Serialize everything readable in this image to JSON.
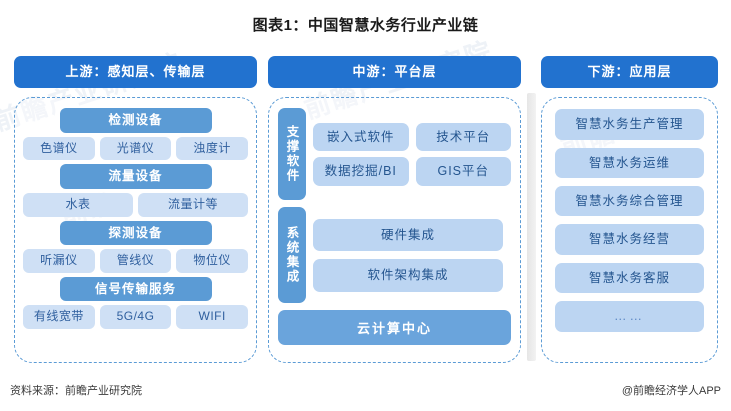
{
  "title": "图表1：中国智慧水务行业产业链",
  "colors": {
    "header_blue": "#2272cf",
    "box_dark": "#5b9bd5",
    "box_light": "#cfe0f5",
    "box_mid": "#bcd5f2",
    "dashed_border": "#5b9bd5"
  },
  "upstream": {
    "header": "上游：感知层、传输层",
    "groups": [
      {
        "title": "检测设备",
        "items": [
          "色谱仪",
          "光谱仪",
          "浊度计"
        ]
      },
      {
        "title": "流量设备",
        "items": [
          "水表",
          "流量计等"
        ]
      },
      {
        "title": "探测设备",
        "items": [
          "听漏仪",
          "管线仪",
          "物位仪"
        ]
      },
      {
        "title": "信号传输服务",
        "items": [
          "有线宽带",
          "5G/4G",
          "WIFI"
        ]
      }
    ]
  },
  "midstream": {
    "header": "中游：平台层",
    "blocks": [
      {
        "label": "支撑软件",
        "rows": [
          [
            "嵌入式软件",
            "技术平台"
          ],
          [
            "数据挖掘/BI",
            "GIS平台"
          ]
        ]
      },
      {
        "label": "系统集成",
        "stack": [
          "硬件集成",
          "软件架构集成"
        ]
      }
    ],
    "footer_box": "云计算中心"
  },
  "downstream": {
    "header": "下游：应用层",
    "items": [
      "智慧水务生产管理",
      "智慧水务运维",
      "智慧水务综合管理",
      "智慧水务经营",
      "智慧水务客服",
      "……"
    ]
  },
  "footer": {
    "source": "资料来源：前瞻产业研究院",
    "brand": "@前瞻经济学人APP"
  },
  "watermarks": [
    "前瞻产业研究院",
    "前瞻",
    "前瞻产业研究院",
    "前瞻"
  ]
}
